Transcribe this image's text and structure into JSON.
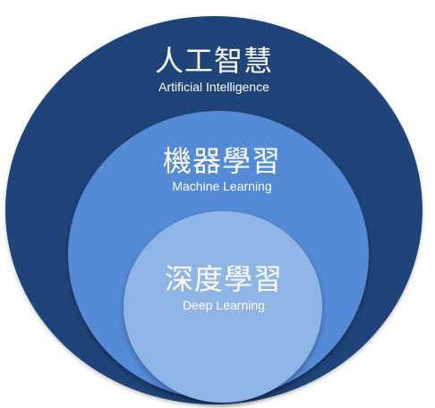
{
  "layers": {
    "outer": {
      "title_zh": "人工智慧",
      "title_en": "Artificial Intelligence",
      "color": "#1f4479"
    },
    "middle": {
      "title_zh": "機器學習",
      "title_en": "Machine Learning",
      "color": "#548ad6"
    },
    "inner": {
      "title_zh": "深度學習",
      "title_en": "Deep Learning",
      "color": "#8fb4e6"
    }
  }
}
